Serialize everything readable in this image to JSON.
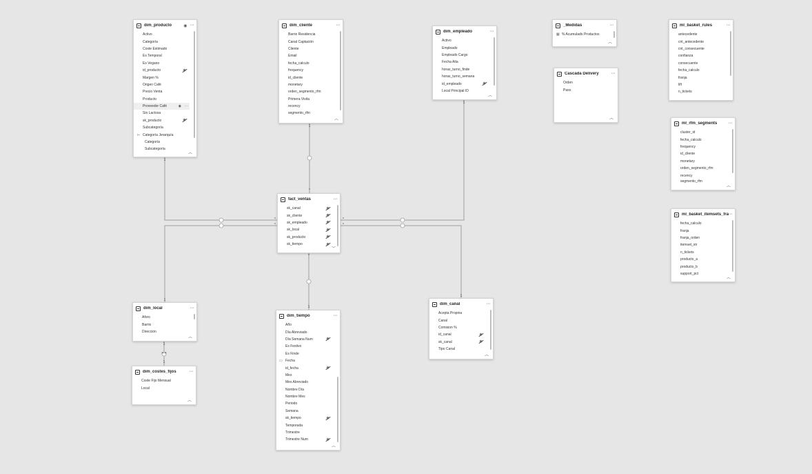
{
  "tables": {
    "dim_producto": {
      "title": "dim_producto",
      "fields": [
        "Activo",
        "Categoría",
        "Coste Estimado",
        "Es Temporal",
        "Es Vegano",
        "id_producto",
        "Margen %",
        "Origen Café",
        "Precio Venta",
        "Producto",
        "Proveedor Café",
        "Sin Lactosa",
        "sk_producto",
        "Subcategoría",
        "Categoría Jerarquía",
        "Categoría",
        "Subcategoría"
      ]
    },
    "dim_cliente": {
      "title": "dim_cliente",
      "fields": [
        "Barrio Residencia",
        "Canal Captación",
        "Cliente",
        "Email",
        "fecha_calculo",
        "frequency",
        "id_cliente",
        "monetary",
        "orden_segmento_rfm",
        "Primera Visita",
        "recency",
        "segmento_rfm"
      ]
    },
    "dim_empleado": {
      "title": "dim_empleado",
      "fields": [
        "Activo",
        "Empleado",
        "Empleado Cargo",
        "Fecha Alta",
        "horas_turno_finde",
        "horas_turno_semana",
        "id_empleado",
        "Local Principal ID"
      ]
    },
    "medidas": {
      "title": "_Medidas",
      "fields": [
        "% Acumulado Productos"
      ]
    },
    "cascada_delivery": {
      "title": "Cascada Delivery",
      "fields": [
        "Orden",
        "Paso"
      ]
    },
    "ml_basket_rules": {
      "title": "ml_basket_rules",
      "fields": [
        "antecedente",
        "cnt_antecedente",
        "cnt_consecuente",
        "confianza",
        "consecuente",
        "fecha_calculo",
        "franja",
        "lift",
        "n_tickets"
      ]
    },
    "ml_rfm_segments": {
      "title": "ml_rfm_segments",
      "fields": [
        "cluster_id",
        "fecha_calculo",
        "frequency",
        "id_cliente",
        "monetary",
        "orden_segmento_rfm",
        "recency",
        "segmento_rfm"
      ]
    },
    "ml_basket_itemsets": {
      "title": "ml_basket_itemsets_fra...",
      "fields": [
        "fecha_calculo",
        "franja",
        "franja_orden",
        "itemset_str",
        "n_tickets",
        "producto_a",
        "producto_b",
        "support_pct"
      ]
    },
    "fact_ventas": {
      "title": "fact_ventas",
      "fields": [
        "sk_canal",
        "sk_cliente",
        "sk_empleado",
        "sk_local",
        "sk_producto",
        "sk_tiempo"
      ]
    },
    "dim_local": {
      "title": "dim_local",
      "fields": [
        "Aforo",
        "Barrio",
        "Dirección"
      ]
    },
    "dim_costes_fijos": {
      "title": "dim_costes_fijos",
      "fields": [
        "Coste Fijo Mensual",
        "Local"
      ]
    },
    "dim_tiempo": {
      "title": "dim_tiempo",
      "fields": [
        "Año",
        "Día Abreviado",
        "Día Semana Num",
        "Es Festivo",
        "Es Finde",
        "Fecha",
        "id_fecha",
        "Mes",
        "Mes Abreviado",
        "Nombre Día",
        "Nombre Mes",
        "Periodo",
        "Semana",
        "sk_tiempo",
        "Temporada",
        "Trimestre",
        "Trimestre Num"
      ]
    },
    "dim_canal": {
      "title": "dim_canal",
      "fields": [
        "Acepta Propina",
        "Canal",
        "Comision %",
        "id_canal",
        "sk_canal",
        "Tipo Canal"
      ]
    }
  },
  "relationship_labels": {
    "one": "1",
    "many": "*",
    "both": "⟷"
  },
  "icons": {
    "table": "table-icon",
    "hidden": "eye-hidden-icon",
    "visible": "eye-icon",
    "more": "more-options-icon",
    "collapse": "chevron-up-icon",
    "hierarchy": "hierarchy-icon",
    "date": "calendar-icon",
    "measure": "calculator-icon"
  }
}
